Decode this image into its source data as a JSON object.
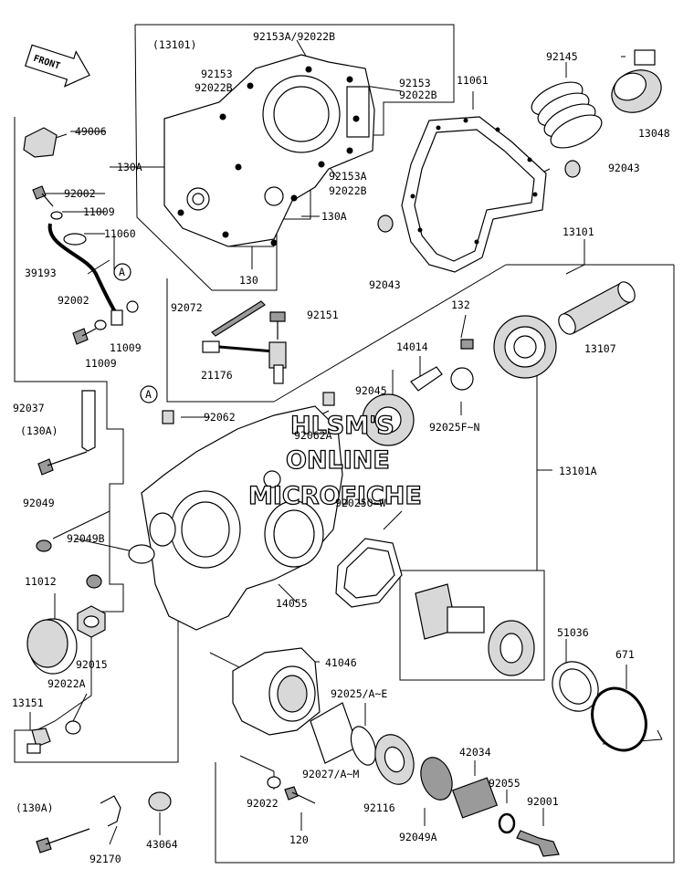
{
  "diagram": {
    "front_label": "FRONT",
    "watermark": [
      "HLSM'S",
      "ONLINE",
      "MICROFICHE"
    ],
    "refs": {
      "a1": "A",
      "a2": "A"
    },
    "labels": {
      "p13101_ref": "(13101)",
      "p92153A_92022B_top": "92153A/92022B",
      "p92153_left": "92153",
      "p92022B_left": "92022B",
      "p92153_right": "92153",
      "p92022B_right": "92022B",
      "p11061": "11061",
      "p92145": "92145",
      "p13048": "13048",
      "p49006": "49006",
      "p130A_left": "130A",
      "p92153A_mid": "92153A",
      "p92022B_mid": "92022B",
      "p92043_right": "92043",
      "p92002_top": "92002",
      "p11009_top": "11009",
      "p130A_mid": "130A",
      "p11060": "11060",
      "p13101": "13101",
      "p39193": "39193",
      "p130": "130",
      "p92043_mid": "92043",
      "p92002_bot": "92002",
      "p92072": "92072",
      "p92151": "92151",
      "p132": "132",
      "p13107": "13107",
      "p11009_b1": "11009",
      "p11009_b2": "11009",
      "p14014": "14014",
      "p21176": "21176",
      "p92045": "92045",
      "p92037": "92037",
      "p92025F_N": "92025F~N",
      "p130A_paren1": "(130A)",
      "p92062": "92062",
      "p92062A": "92062A",
      "p13101A": "13101A",
      "p92049": "92049",
      "p92025O_W": "92025O~W",
      "p92049B": "92049B",
      "p11012": "11012",
      "p14055": "14055",
      "p92015": "92015",
      "p51036": "51036",
      "p671": "671",
      "p41046": "41046",
      "p92022A": "92022A",
      "p92025A_E": "92025/A~E",
      "p13151": "13151",
      "p42034": "42034",
      "p92027A_M": "92027/A~M",
      "p92055": "92055",
      "p92022": "92022",
      "p92116": "92116",
      "p92001": "92001",
      "p130A_paren2": "(130A)",
      "p120": "120",
      "p92049A": "92049A",
      "p92170": "92170",
      "p43064": "43064"
    }
  }
}
